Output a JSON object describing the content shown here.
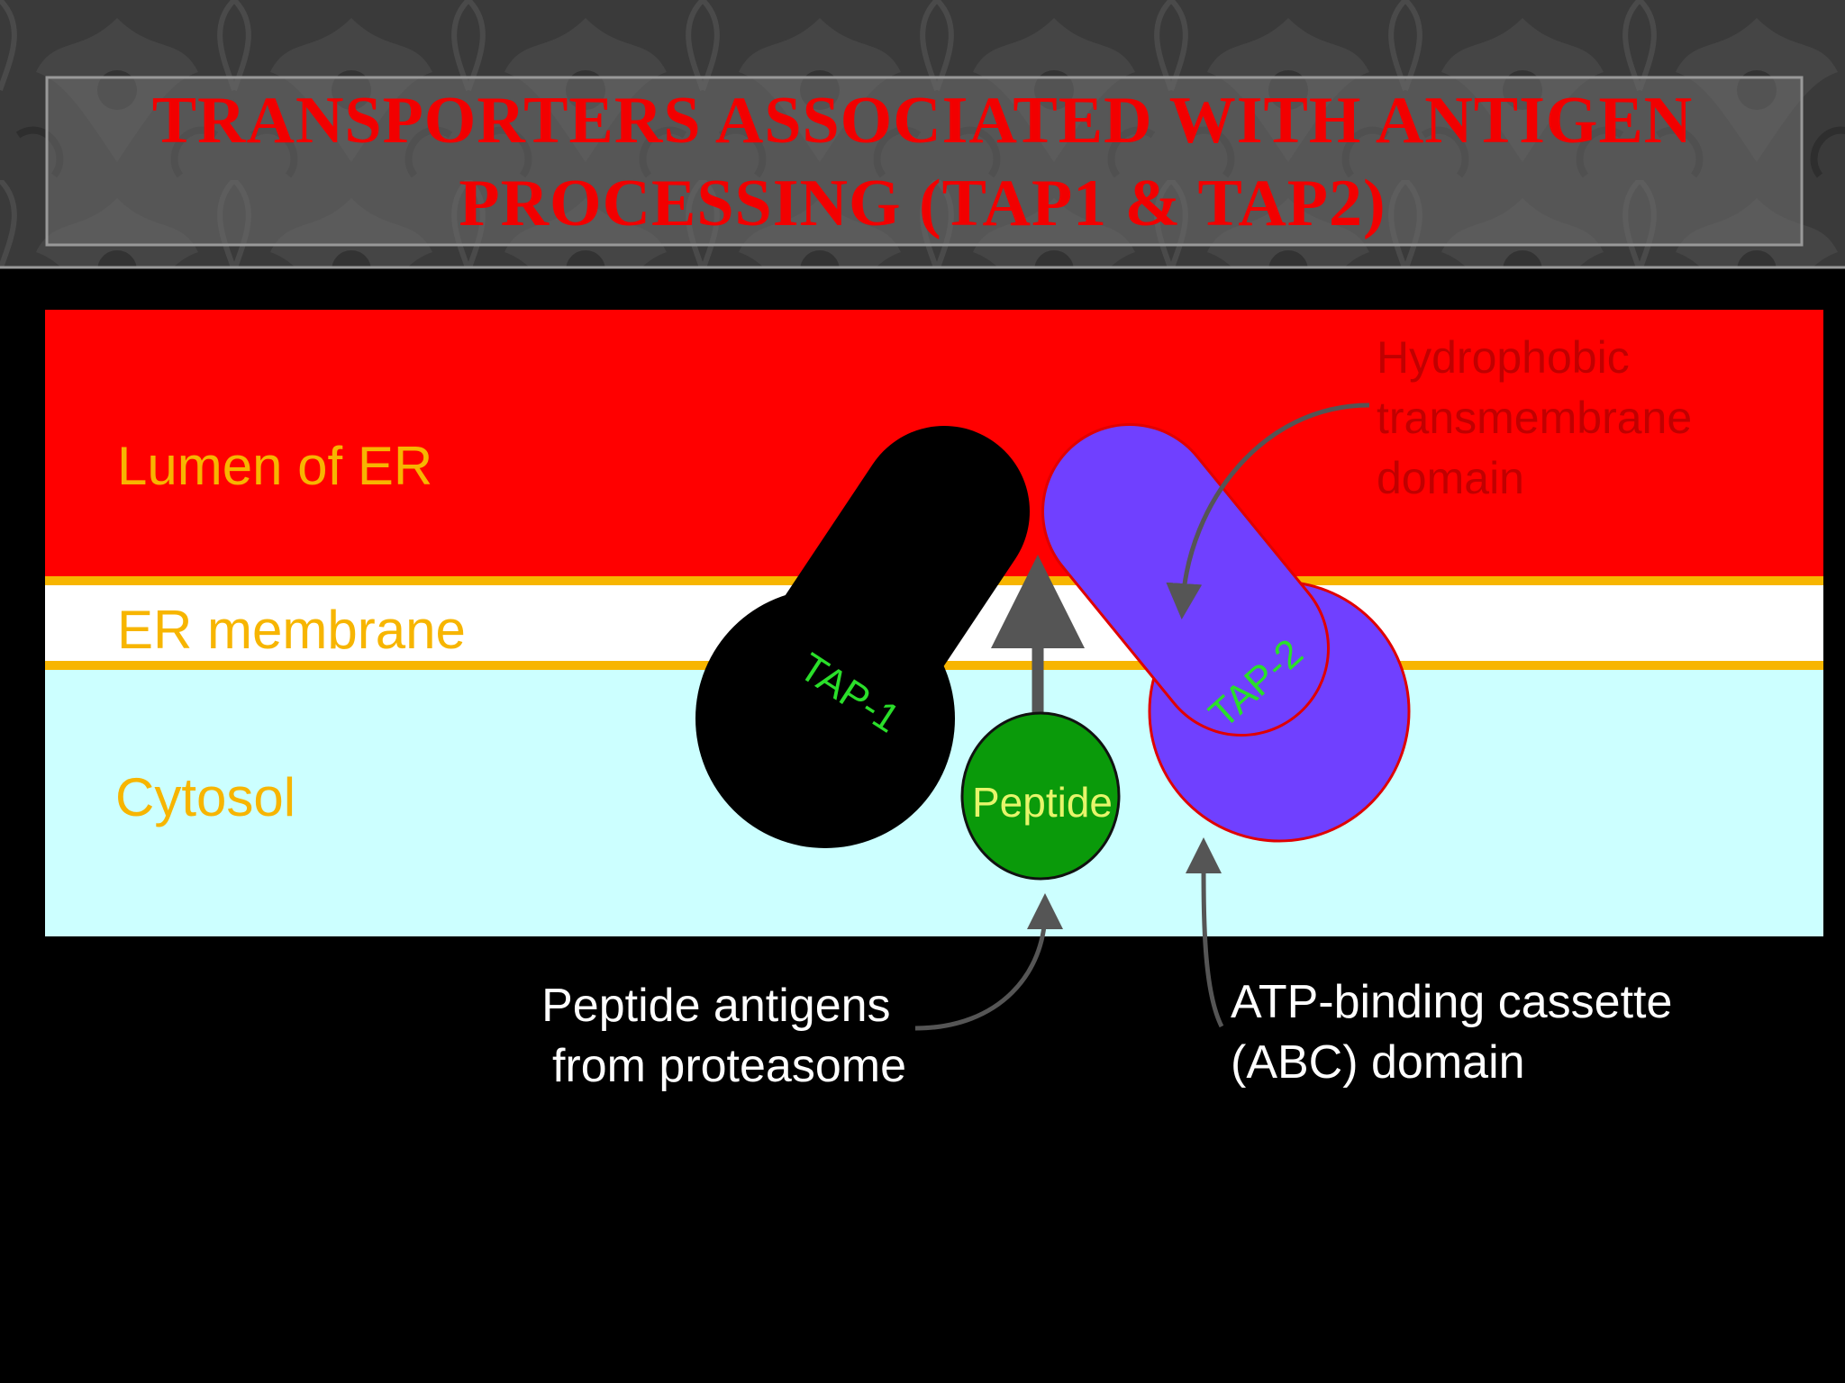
{
  "title": {
    "line1": "TRANSPORTERS ASSOCIATED WITH ANTIGEN",
    "line2": "PROCESSING (TAP1 & TAP2)"
  },
  "regions": {
    "lumen": "Lumen of ER",
    "membrane": "ER membrane",
    "cytosol": "Cytosol"
  },
  "proteins": {
    "tap1": "TAP-1",
    "tap2": "TAP-2",
    "peptide": "Peptide"
  },
  "callouts": {
    "hydrophobic": [
      "Hydrophobic",
      "transmembrane",
      "domain"
    ],
    "peptide_antigens": [
      "Peptide antigens",
      "from proteasome"
    ],
    "abc": [
      "ATP-binding cassette",
      "(ABC) domain"
    ]
  },
  "colors": {
    "title": "#f20000",
    "lumen": "#ff0000",
    "membrane": "#ffffff",
    "membrane_edge": "#f7b500",
    "cytosol": "#ccffff",
    "tap1": "#000000",
    "tap2": "#7040ff",
    "peptide": "#0a9a0a"
  }
}
